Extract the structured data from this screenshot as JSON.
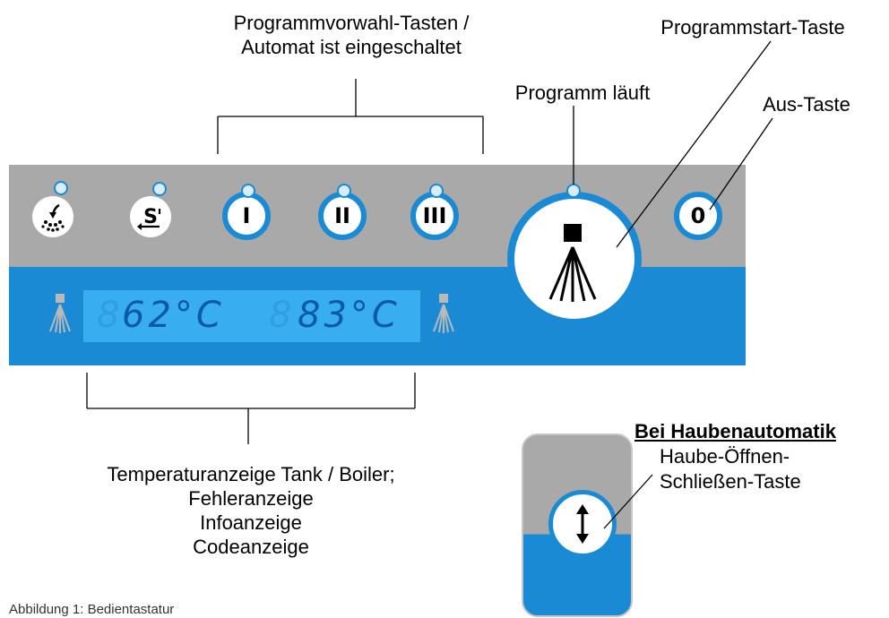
{
  "labels": {
    "preselect_line1": "Programmvorwahl-Tasten /",
    "preselect_line2": "Automat ist eingeschaltet",
    "start_key": "Programmstart-Taste",
    "running": "Programm läuft",
    "off_key": "Aus-Taste",
    "temp_line1": "Temperaturanzeige Tank / Boiler;",
    "temp_line2": "Fehleranzeige",
    "temp_line3": "Infoanzeige",
    "temp_line4": "Codeanzeige",
    "hood_title": "Bei Haubenautomatik",
    "hood_line1": "Haube-Öffnen-",
    "hood_line2": "Schließen-Taste",
    "figure_caption": "Abbildung 1: Bedientastatur"
  },
  "display": {
    "tank_temp": "62°C",
    "boiler_temp": "83°C",
    "tank_ghost": "8",
    "boiler_ghost": "8"
  },
  "buttons": {
    "program_1": "I",
    "program_2": "II",
    "program_3": "III",
    "off": "0"
  },
  "colors": {
    "accent_blue": "#1a8ad4",
    "panel_grey": "#a9a9a9",
    "display_blue": "#38aef0"
  },
  "icons": {
    "drain": "drain-icon",
    "regeneration": "regeneration-icon",
    "spray": "spray-icon",
    "up_down": "up-down-arrow-icon"
  }
}
